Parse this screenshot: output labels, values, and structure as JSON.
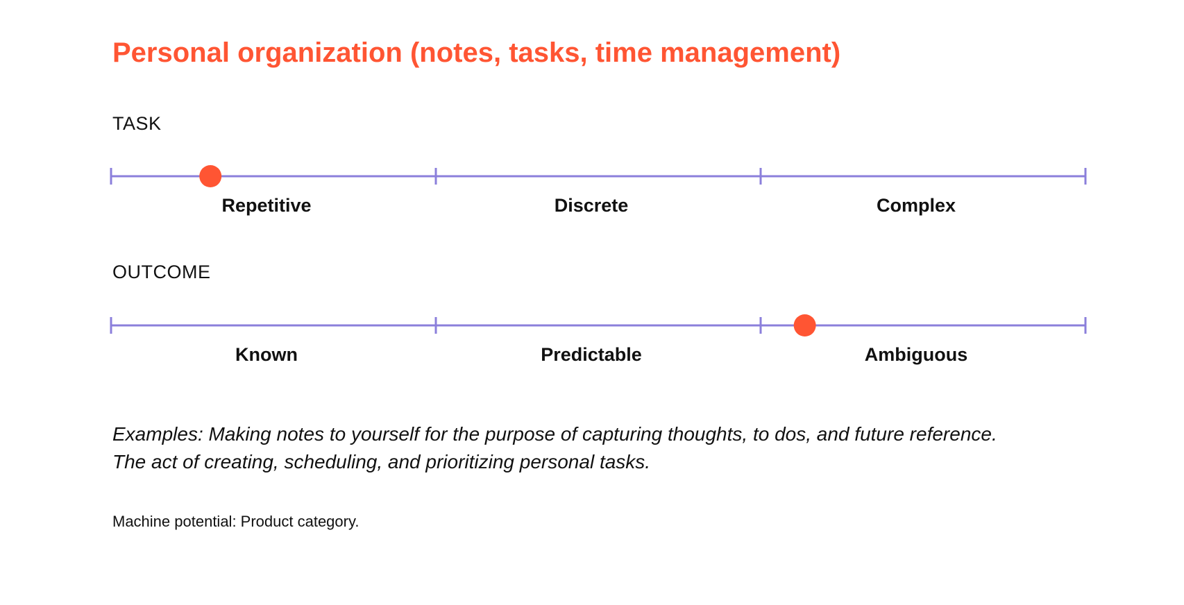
{
  "title": "Personal organization (notes, tasks, time management)",
  "colors": {
    "title": "#ff5533",
    "axis": "#8b7fdb",
    "marker": "#ff5533"
  },
  "scales": [
    {
      "id": "task",
      "label": "TASK",
      "categories": [
        "Repetitive",
        "Discrete",
        "Complex"
      ],
      "marker_position": 0.102
    },
    {
      "id": "outcome",
      "label": "OUTCOME",
      "categories": [
        "Known",
        "Predictable",
        "Ambiguous"
      ],
      "marker_position": 0.712
    }
  ],
  "examples": {
    "line1": "Examples: Making notes to yourself for the purpose of capturing thoughts, to dos, and future reference.",
    "line2": "The act of creating, scheduling, and prioritizing personal tasks."
  },
  "machine_potential": "Machine potential: Product category."
}
